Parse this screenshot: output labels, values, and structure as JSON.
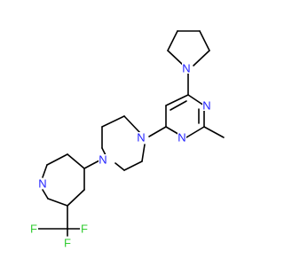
{
  "molecule": {
    "atoms": {
      "pyrrolidine_n": "N",
      "pyrimidine_n1": "N",
      "pyrimidine_n3": "N",
      "piperazine_n1": "N",
      "piperazine_n4": "N",
      "pyridine_n": "N",
      "fluorine_1": "F",
      "fluorine_2": "F",
      "fluorine_3": "F"
    }
  },
  "colors": {
    "nitrogen": "#2020ff",
    "fluorine": "#33cc33",
    "bond": "#000000",
    "background": "#ffffff"
  }
}
